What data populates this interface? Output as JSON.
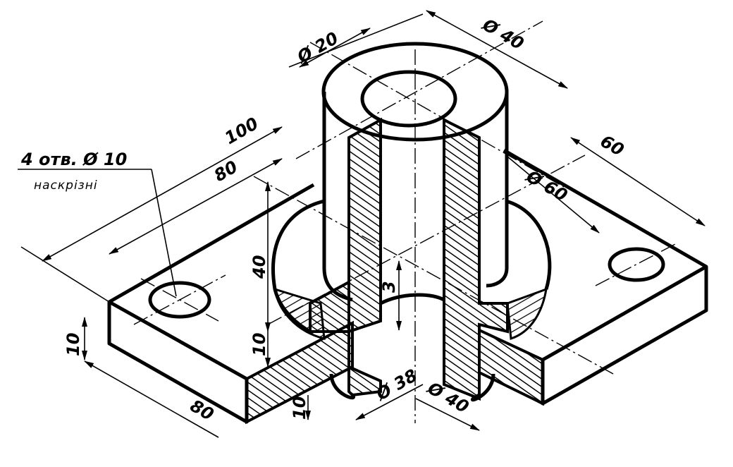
{
  "drawing": {
    "holes_note": "4 отв. Ø 10",
    "holes_note_sub": "наскрізні",
    "dims": {
      "plate_length_overall": "100",
      "hole_spacing": "80",
      "inner_top_diameter": "Ø 20",
      "outer_top_diameter": "Ø 40",
      "plate_width": "60",
      "boss_diameter": "Ø 60",
      "boss_height": "40",
      "step": "3",
      "boss_base": "10",
      "plate_thickness_left": "10",
      "plate_front": "80",
      "plate_thickness_section": "10",
      "bottom_inner_diameter": "Ø 38",
      "bottom_outer_diameter": "Ø 40"
    }
  }
}
